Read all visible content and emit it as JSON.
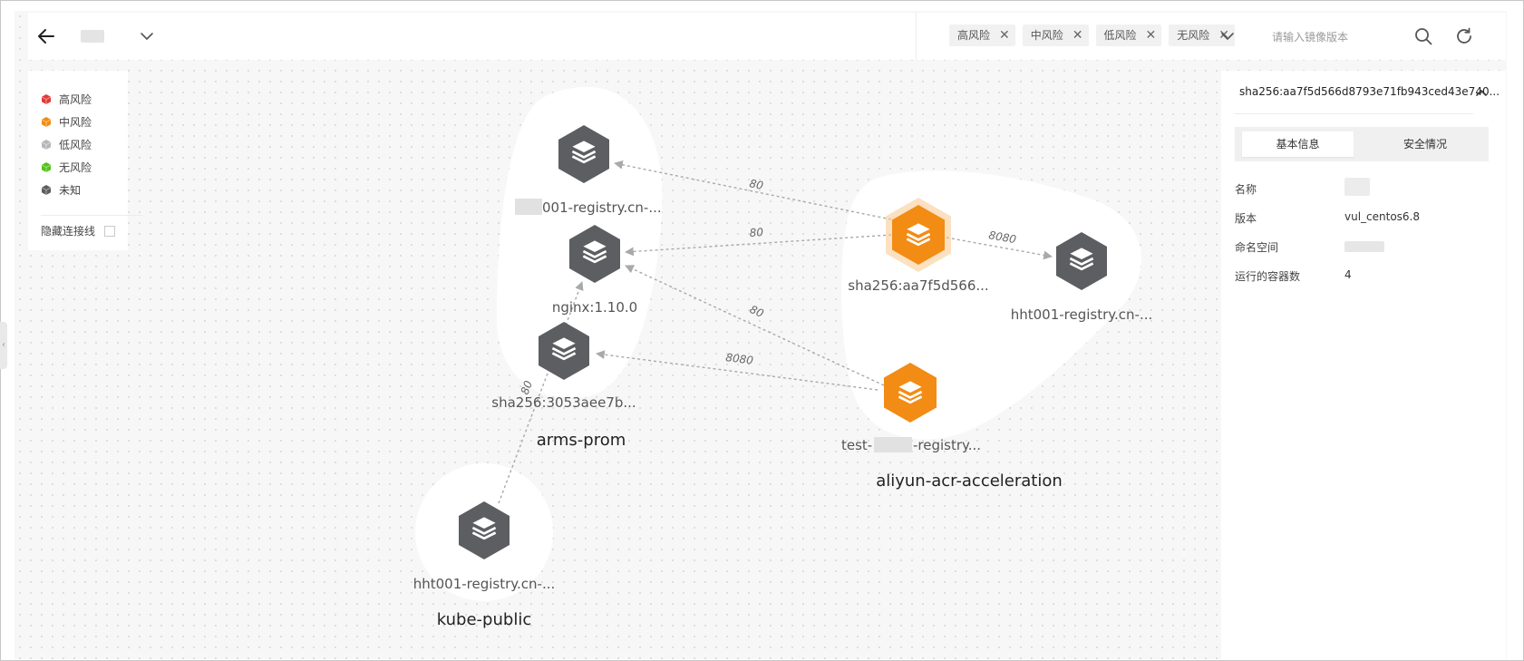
{
  "toolbar": {
    "back_icon": "arrow-left-icon",
    "filter_tags": [
      {
        "label": "高风险"
      },
      {
        "label": "中风险"
      },
      {
        "label": "低风险"
      },
      {
        "label": "无风险"
      }
    ],
    "search_placeholder": "请输入镜像版本",
    "search_icon": "search-icon",
    "refresh_icon": "refresh-icon"
  },
  "legend": {
    "items": [
      {
        "label": "高风险",
        "color": "#e23a36"
      },
      {
        "label": "中风险",
        "color": "#f28c14"
      },
      {
        "label": "低风险",
        "color": "#b4b8bd"
      },
      {
        "label": "无风险",
        "color": "#52c41a"
      },
      {
        "label": "未知",
        "color": "#5c5e61"
      }
    ],
    "hide_lines_label": "隐藏连接线"
  },
  "colors": {
    "unknown_node": "#5c5e61",
    "medium_risk_node": "#f28c14",
    "edge": "#a9a9a9",
    "group_bg": "#ffffff"
  },
  "graph": {
    "nodes": [
      {
        "label": "001-registry.cn-..."
      },
      {
        "label": "nginx:1.10.0"
      },
      {
        "label": "sha256:3053aee7b..."
      },
      {
        "label": "sha256:aa7f5d566..."
      },
      {
        "label": "hht001-registry.cn-..."
      },
      {
        "label": "test-",
        "suffix": "-registry..."
      },
      {
        "label": "hht001-registry.cn-..."
      }
    ],
    "edges": [
      "80",
      "80",
      "8080",
      "80",
      "8080",
      "80"
    ],
    "groups": [
      {
        "label": "arms-prom"
      },
      {
        "label": "aliyun-acr-acceleration"
      },
      {
        "label": "kube-public"
      }
    ]
  },
  "panel": {
    "title": "sha256:aa7f5d566d8793e71fb943ced43e740...",
    "tabs": [
      {
        "label": "基本信息"
      },
      {
        "label": "安全情况"
      }
    ],
    "fields": [
      {
        "label": "名称",
        "value": ""
      },
      {
        "label": "版本",
        "value": "vul_centos6.8"
      },
      {
        "label": "命名空间",
        "value": ""
      },
      {
        "label": "运行的容器数",
        "value": "4"
      }
    ]
  }
}
